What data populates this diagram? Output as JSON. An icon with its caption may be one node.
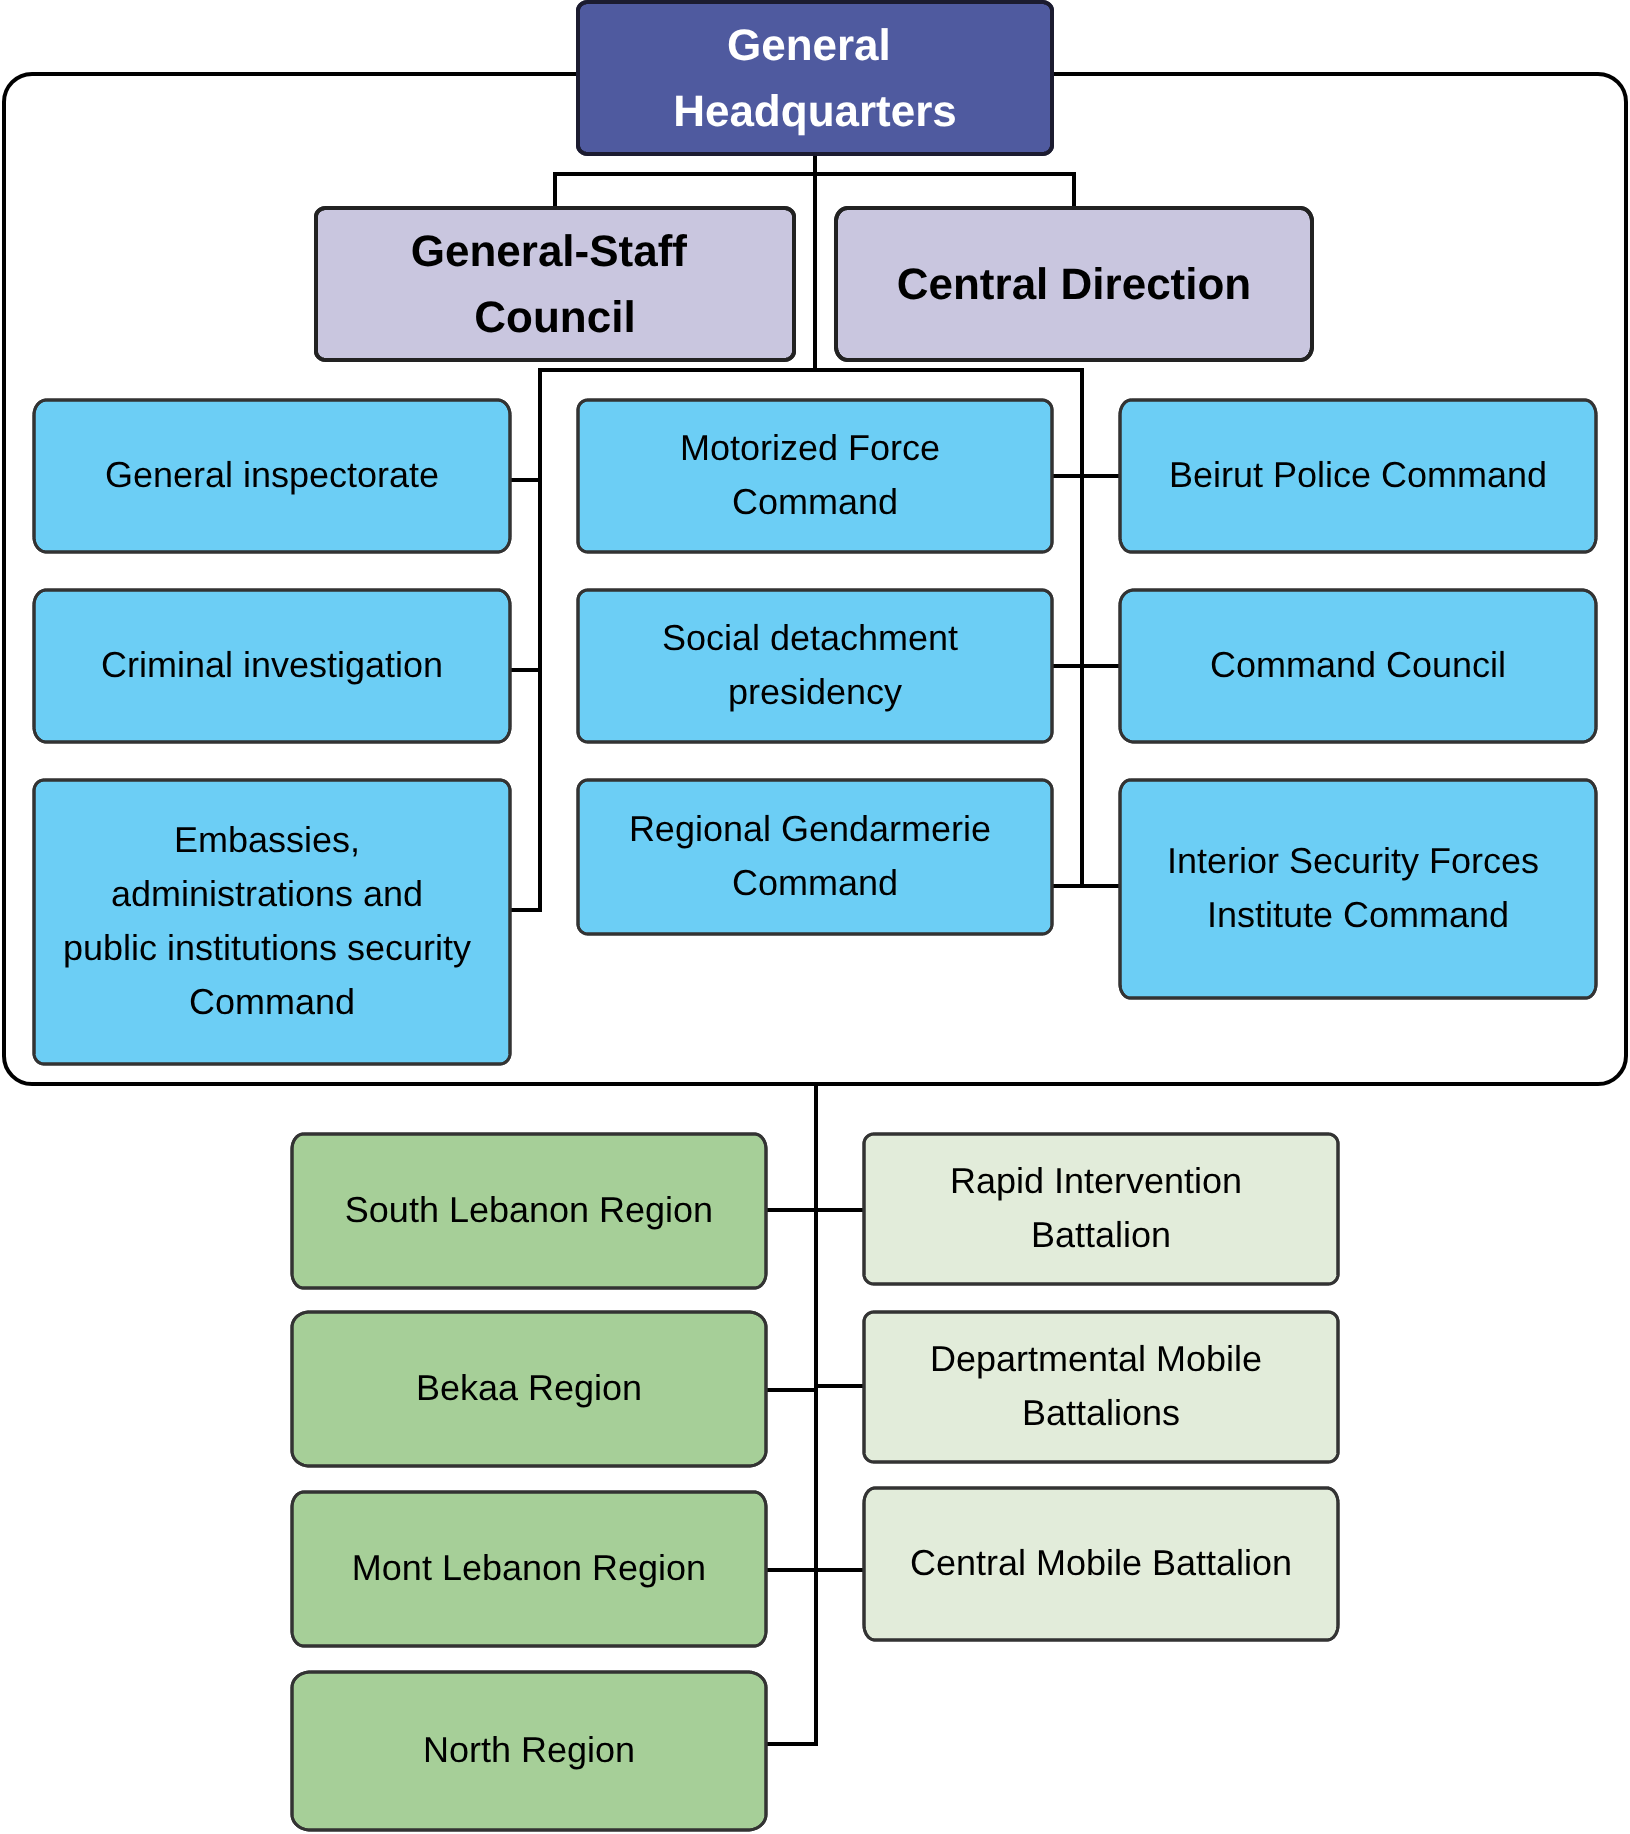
{
  "diagram": {
    "nodes": [
      {
        "text": [
          "General Headquarters"
        ]
      },
      {
        "text": [],
        "shape": "box"
      },
      {
        "text": [
          "General-Staff Council"
        ],
        "in": 1
      },
      {
        "text": [
          "Central Direction"
        ],
        "in": 1
      },
      {
        "text": [
          "General inspectorate"
        ],
        "in": 1
      },
      {
        "text": [
          "Motorized Force Command"
        ],
        "in": 1
      },
      {
        "text": [
          "Beirut Police Command"
        ],
        "in": 1
      },
      {
        "text": [
          "Criminal investigation"
        ],
        "in": 1
      },
      {
        "text": [
          "Social detachment presidency"
        ],
        "in": 1
      },
      {
        "text": [
          "Command Council"
        ],
        "in": 1
      },
      {
        "text": [
          "Embassies, administrations and public institutions security Command"
        ],
        "in": 1
      },
      {
        "text": [
          "Regional Gendarmerie Command"
        ],
        "in": 1
      },
      {
        "text": [
          "Interior Security Forces Institute Command"
        ],
        "in": 1
      },
      {
        "text": [
          "South Lebanon Region"
        ]
      },
      {
        "text": [
          "Rapid Intervention Battalion"
        ]
      },
      {
        "text": [
          "Bekaa Region"
        ]
      },
      {
        "text": [
          "Departmental Mobile Battalions"
        ]
      },
      {
        "text": [
          "Mont Lebanon Region"
        ]
      },
      {
        "text": [
          "Central Mobile Battalion"
        ]
      },
      {
        "text": [
          "North Region"
        ]
      }
    ],
    "edges": [
      {
        "from": 0,
        "to": 2,
        "arrow": "none"
      },
      {
        "from": 0,
        "to": 3,
        "arrow": "none"
      },
      {
        "from": 0,
        "to": 4,
        "arrow": "none"
      },
      {
        "from": 0,
        "to": 5,
        "arrow": "none"
      },
      {
        "from": 0,
        "to": 6,
        "arrow": "none"
      },
      {
        "from": 0,
        "to": 7,
        "arrow": "none"
      },
      {
        "from": 0,
        "to": 8,
        "arrow": "none"
      },
      {
        "from": 0,
        "to": 9,
        "arrow": "none"
      },
      {
        "from": 0,
        "to": 10,
        "arrow": "none"
      },
      {
        "from": 0,
        "to": 11,
        "arrow": "none"
      },
      {
        "from": 0,
        "to": 12,
        "arrow": "none"
      },
      {
        "from": 1,
        "to": 13,
        "arrow": "none"
      },
      {
        "from": 1,
        "to": 14,
        "arrow": "none"
      },
      {
        "from": 1,
        "to": 15,
        "arrow": "none"
      },
      {
        "from": 1,
        "to": 16,
        "arrow": "none"
      },
      {
        "from": 1,
        "to": 17,
        "arrow": "none"
      },
      {
        "from": 1,
        "to": 18,
        "arrow": "none"
      },
      {
        "from": 1,
        "to": 19,
        "arrow": "none"
      }
    ]
  }
}
